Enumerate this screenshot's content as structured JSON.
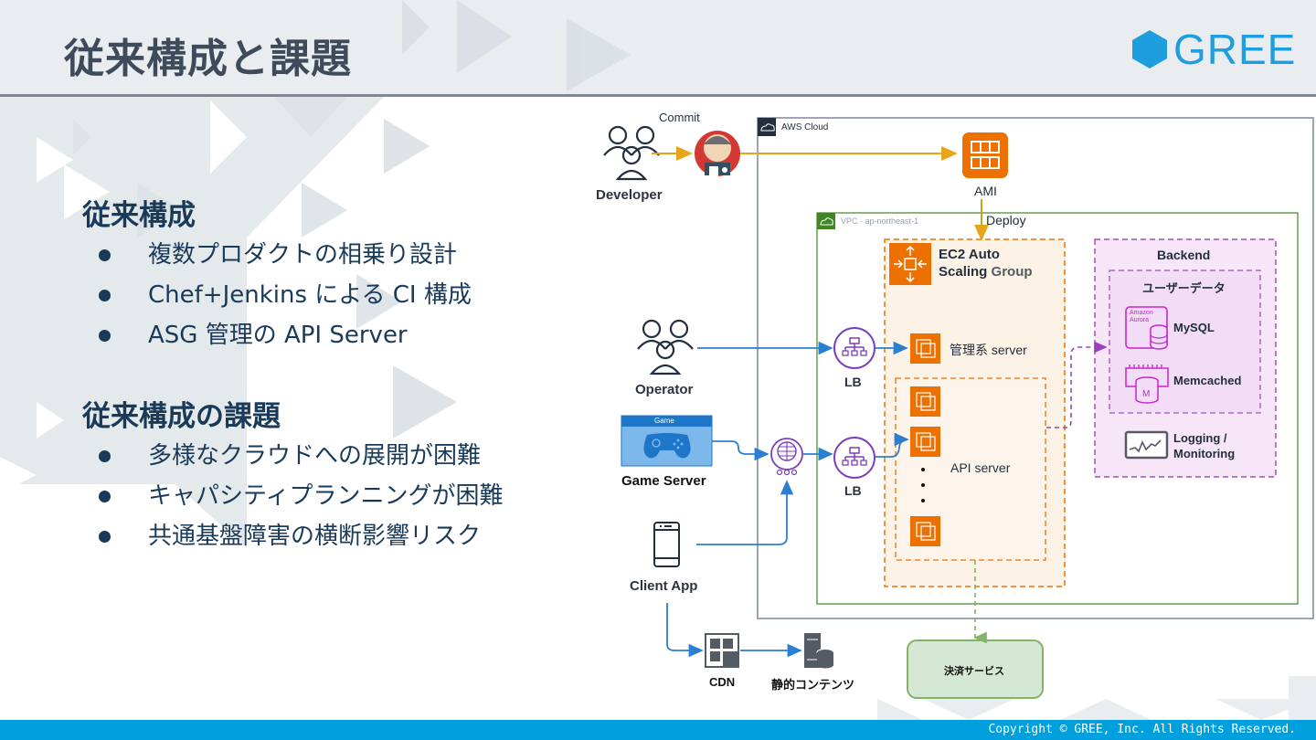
{
  "header": {
    "title": "従来構成と課題",
    "logo_text": "GREE",
    "logo_color": "#1e9ede"
  },
  "left": {
    "sections": [
      {
        "heading": "従来構成",
        "items": [
          "複数プロダクトの相乗り設計",
          "Chef+Jenkins による CI 構成",
          "ASG 管理の API Server"
        ]
      },
      {
        "heading": "従来構成の課題",
        "items": [
          "多様なクラウドへの展開が困難",
          "キャパシティプランニングが困難",
          "共通基盤障害の横断影響リスク"
        ]
      }
    ]
  },
  "diagram": {
    "actors": {
      "developer": "Developer",
      "operator": "Operator",
      "game_server": "Game Server",
      "game_window_title": "Game",
      "client_app": "Client App"
    },
    "labels": {
      "commit": "Commit",
      "aws_cloud": "AWS Cloud",
      "ami": "AMI",
      "deploy": "Deploy",
      "vpc": "VPC - ap-northeast-1",
      "asg_line1": "EC2 Auto",
      "asg_line2a": "Scaling",
      "asg_line2b": "Group",
      "lb_top": "LB",
      "lb_bottom": "LB",
      "admin_server": "管理系 server",
      "api_server": "API server",
      "backend": "Backend",
      "user_data": "ユーザーデータ",
      "aurora_badge_1": "Amazon",
      "aurora_badge_2": "Aurora",
      "mysql": "MySQL",
      "memcached": "Memcached",
      "memcached_glyph": "M",
      "logging_1": "Logging /",
      "logging_2": "Monitoring",
      "cdn": "CDN",
      "static": "静的コンテンツ",
      "payment": "決済サービス"
    },
    "colors": {
      "commit_arrow": "#e7a61a",
      "flow_arrow": "#2c7fd0",
      "aws_orange": "#ed7100",
      "lb_purple": "#7b3fbe",
      "backend_magenta": "#c925d1",
      "vpc_green": "#3f8624",
      "payment_green": "#d5e8d4"
    }
  },
  "footer": {
    "copyright": "Copyright © GREE, Inc. All Rights Reserved."
  }
}
